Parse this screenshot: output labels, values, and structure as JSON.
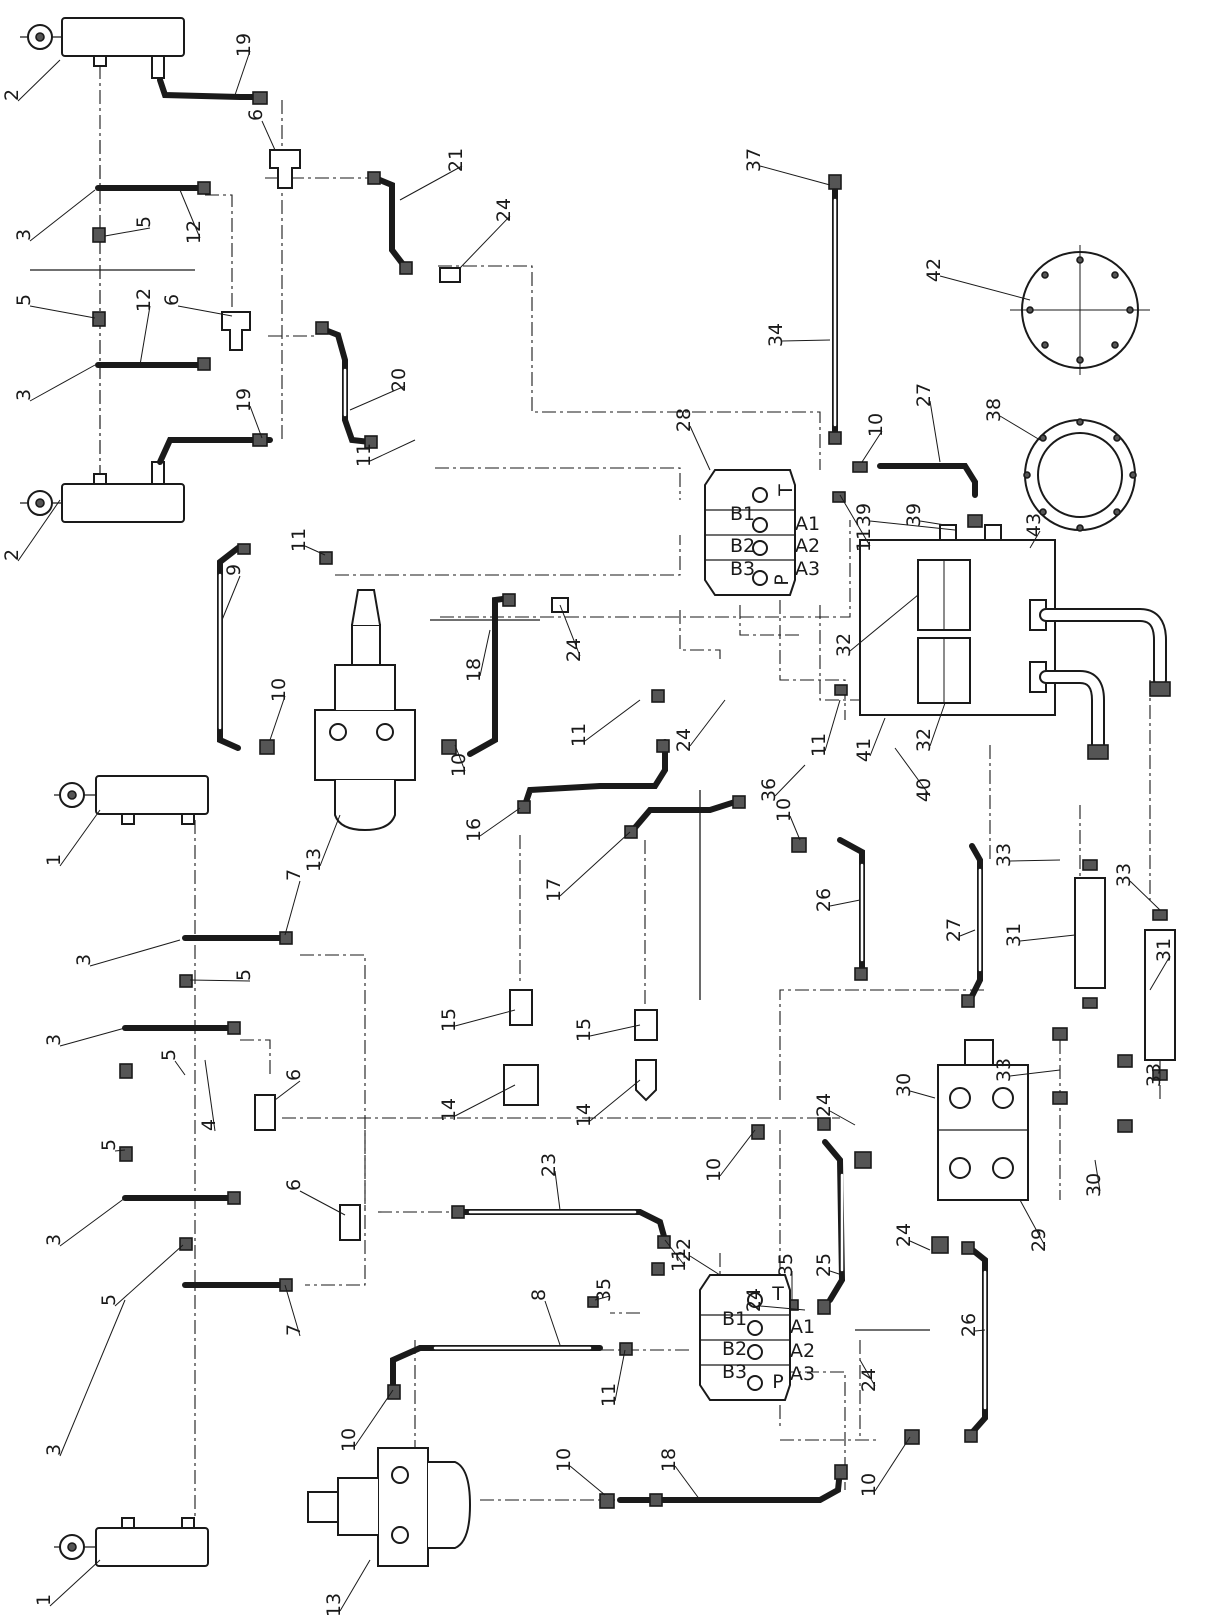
{
  "callouts": [
    {
      "id": "c2a",
      "text": "2"
    },
    {
      "id": "c19a",
      "text": "19"
    },
    {
      "id": "c6a",
      "text": "6"
    },
    {
      "id": "c21",
      "text": "21"
    },
    {
      "id": "c24a",
      "text": "24"
    },
    {
      "id": "c37",
      "text": "37"
    },
    {
      "id": "c3a",
      "text": "3"
    },
    {
      "id": "c5a",
      "text": "5"
    },
    {
      "id": "c12a",
      "text": "12"
    },
    {
      "id": "c34",
      "text": "34"
    },
    {
      "id": "c42",
      "text": "42"
    },
    {
      "id": "c5b",
      "text": "5"
    },
    {
      "id": "c12b",
      "text": "12"
    },
    {
      "id": "c6b",
      "text": "6"
    },
    {
      "id": "c3b",
      "text": "3"
    },
    {
      "id": "c20",
      "text": "20"
    },
    {
      "id": "c19b",
      "text": "19"
    },
    {
      "id": "c28",
      "text": "28"
    },
    {
      "id": "c11a",
      "text": "11"
    },
    {
      "id": "c10a",
      "text": "10"
    },
    {
      "id": "c27a",
      "text": "27"
    },
    {
      "id": "c38",
      "text": "38"
    },
    {
      "id": "c2b",
      "text": "2"
    },
    {
      "id": "c11b",
      "text": "11"
    },
    {
      "id": "c39a",
      "text": "39"
    },
    {
      "id": "c39b",
      "text": "39"
    },
    {
      "id": "c11c",
      "text": "11"
    },
    {
      "id": "c43",
      "text": "43"
    },
    {
      "id": "c9",
      "text": "9"
    },
    {
      "id": "c18a",
      "text": "18"
    },
    {
      "id": "c24b",
      "text": "24"
    },
    {
      "id": "c32a",
      "text": "32"
    },
    {
      "id": "c10b",
      "text": "10"
    },
    {
      "id": "c10c",
      "text": "10"
    },
    {
      "id": "c13a",
      "text": "13"
    },
    {
      "id": "c11d",
      "text": "11"
    },
    {
      "id": "c24c",
      "text": "24"
    },
    {
      "id": "c36",
      "text": "36"
    },
    {
      "id": "c11e",
      "text": "11"
    },
    {
      "id": "c41",
      "text": "41"
    },
    {
      "id": "c32b",
      "text": "32"
    },
    {
      "id": "c40",
      "text": "40"
    },
    {
      "id": "c10d",
      "text": "10"
    },
    {
      "id": "c16",
      "text": "16"
    },
    {
      "id": "c1a",
      "text": "1"
    },
    {
      "id": "c7a",
      "text": "7"
    },
    {
      "id": "c17",
      "text": "17"
    },
    {
      "id": "c26a",
      "text": "26"
    },
    {
      "id": "c27b",
      "text": "27"
    },
    {
      "id": "c33a",
      "text": "33"
    },
    {
      "id": "c31a",
      "text": "31"
    },
    {
      "id": "c33b",
      "text": "33"
    },
    {
      "id": "c3c",
      "text": "3"
    },
    {
      "id": "c5c",
      "text": "5"
    },
    {
      "id": "c15a",
      "text": "15"
    },
    {
      "id": "c15b",
      "text": "15"
    },
    {
      "id": "c31b",
      "text": "31"
    },
    {
      "id": "c3d",
      "text": "3"
    },
    {
      "id": "c5d",
      "text": "5"
    },
    {
      "id": "c4",
      "text": "4"
    },
    {
      "id": "c33c",
      "text": "33"
    },
    {
      "id": "c14a",
      "text": "14"
    },
    {
      "id": "c14b",
      "text": "14"
    },
    {
      "id": "c30a",
      "text": "30"
    },
    {
      "id": "c33d",
      "text": "33"
    },
    {
      "id": "c24d",
      "text": "24"
    },
    {
      "id": "c6c",
      "text": "6"
    },
    {
      "id": "c5e",
      "text": "5"
    },
    {
      "id": "c6d",
      "text": "6"
    },
    {
      "id": "c23",
      "text": "23"
    },
    {
      "id": "c10e",
      "text": "10"
    },
    {
      "id": "c30b",
      "text": "30"
    },
    {
      "id": "c3e",
      "text": "3"
    },
    {
      "id": "c22",
      "text": "22"
    },
    {
      "id": "c35a",
      "text": "35"
    },
    {
      "id": "c25",
      "text": "25"
    },
    {
      "id": "c35b",
      "text": "35"
    },
    {
      "id": "c24e",
      "text": "24"
    },
    {
      "id": "c11f",
      "text": "11"
    },
    {
      "id": "c29",
      "text": "29"
    },
    {
      "id": "c5f",
      "text": "5"
    },
    {
      "id": "c8",
      "text": "8"
    },
    {
      "id": "c24f",
      "text": "24"
    },
    {
      "id": "c7b",
      "text": "7"
    },
    {
      "id": "c3f",
      "text": "3"
    },
    {
      "id": "c10f",
      "text": "10"
    },
    {
      "id": "c11g",
      "text": "11"
    },
    {
      "id": "c26b",
      "text": "26"
    },
    {
      "id": "c24g",
      "text": "24"
    },
    {
      "id": "c10g",
      "text": "10"
    },
    {
      "id": "c18b",
      "text": "18"
    },
    {
      "id": "c10h",
      "text": "10"
    },
    {
      "id": "c1b",
      "text": "1"
    },
    {
      "id": "c13b",
      "text": "13"
    }
  ],
  "valve_port_letters": {
    "T": "T",
    "P": "P",
    "A1": "A1",
    "A2": "A2",
    "A3": "A3",
    "B1": "B1",
    "B2": "B2",
    "B3": "B3"
  }
}
